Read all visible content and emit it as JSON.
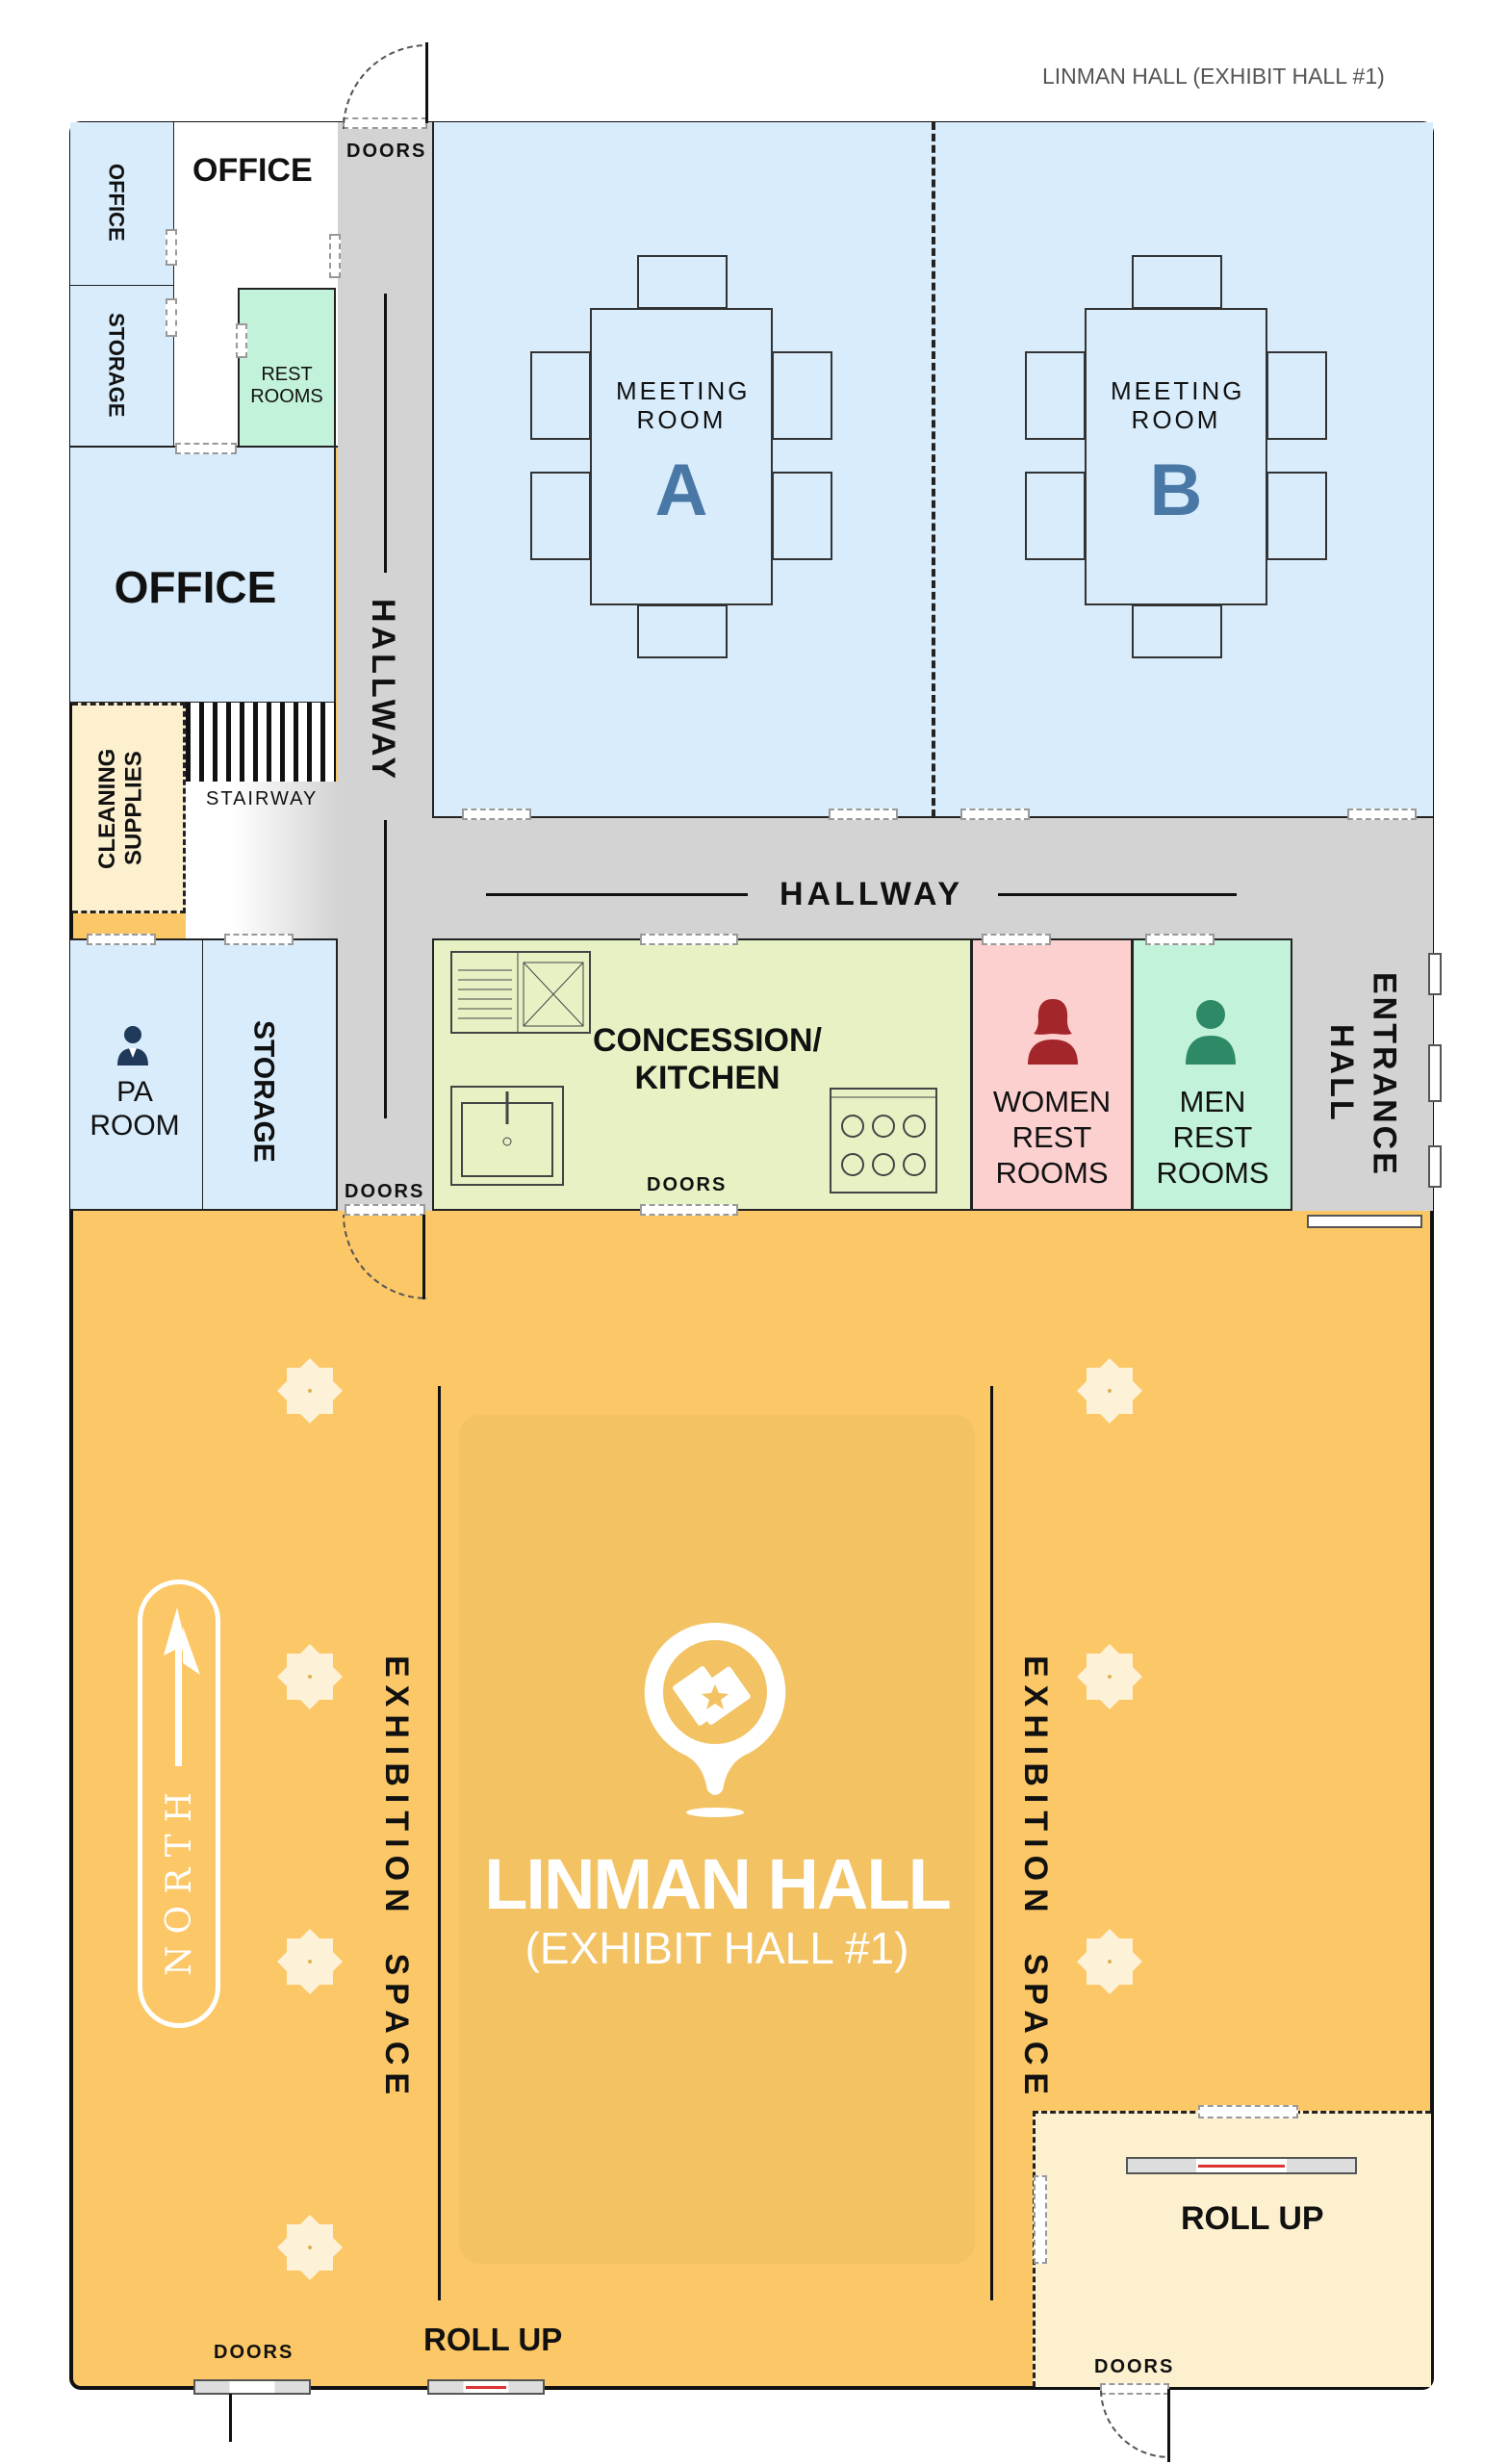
{
  "header": {
    "title": "LINMAN HALL (EXHIBIT HALL #1)"
  },
  "rooms": {
    "office_small": "OFFICE",
    "office_top": "OFFICE",
    "storage_small": "STORAGE",
    "rest_rooms": "REST ROOMS",
    "office_main": "OFFICE",
    "cleaning_supplies": "CLEANING SUPPLIES",
    "stairway": "STAIRWAY",
    "pa_room": "PA ROOM",
    "storage": "STORAGE",
    "meeting_a": {
      "label": "MEETING ROOM",
      "letter": "A"
    },
    "meeting_b": {
      "label": "MEETING ROOM",
      "letter": "B"
    },
    "hallway_vertical": "HALLWAY",
    "hallway_horizontal": "HALLWAY",
    "concession": "CONCESSION/ KITCHEN",
    "women": "WOMEN REST ROOMS",
    "men": "MEN REST ROOMS",
    "entrance_hall": "ENTRANCE HALL",
    "exhibition_left": "EXHIBITION  SPACE",
    "exhibition_right": "EXHIBITION  SPACE",
    "roll_up_room": "ROLL UP"
  },
  "center": {
    "title": "LINMAN HALL",
    "subtitle": "(EXHIBIT HALL #1)"
  },
  "compass": "NORTH",
  "doors": {
    "top": "DOORS",
    "hall_bottom": "DOORS",
    "concession": "DOORS",
    "bottom_left": "DOORS",
    "bottom_right": "DOORS",
    "roll_up_bottom": "ROLL UP"
  },
  "colors": {
    "meeting": "#d8ecfb",
    "hall": "#d3d3d3",
    "kitchen": "#e6f2c4",
    "women": "#fdd0d0",
    "men": "#c3f2da",
    "exhibit": "#fcc766",
    "cream": "#fdf0cf",
    "accent": "#4a78a6"
  }
}
